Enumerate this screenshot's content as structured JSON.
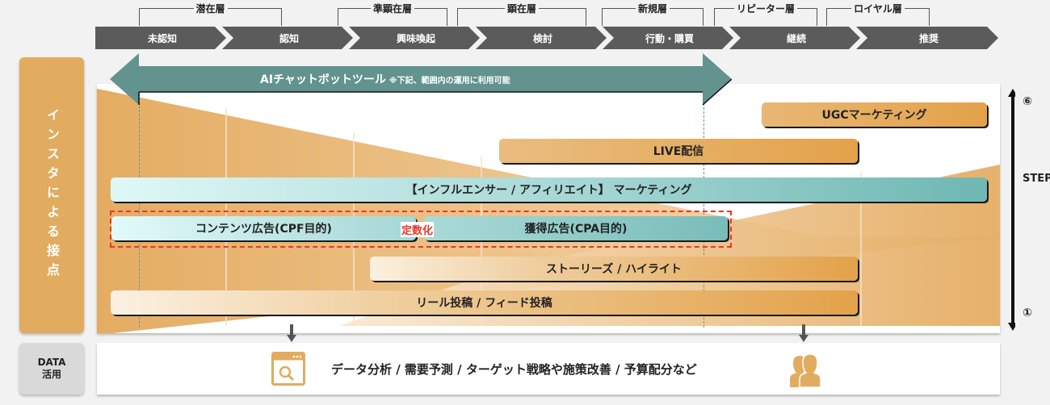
{
  "stages": [
    {
      "label": "未認知"
    },
    {
      "label": "認知"
    },
    {
      "label": "興味喚起"
    },
    {
      "label": "検討"
    },
    {
      "label": "行動・購買"
    },
    {
      "label": "継続"
    },
    {
      "label": "推奨"
    }
  ],
  "layers": [
    {
      "label": "潜在層"
    },
    {
      "label": "準顕在層"
    },
    {
      "label": "顕在層"
    },
    {
      "label": "新規層"
    },
    {
      "label": "リピーター層"
    },
    {
      "label": "ロイヤル層"
    }
  ],
  "side": {
    "touchpoints_label": "インスタによる接点",
    "data_label_line1": "DATA",
    "data_label_line2": "活用"
  },
  "ai_tool": {
    "label": "AIチャットボットツール",
    "note": "※下記、範囲内の運用に利用可能"
  },
  "bars": {
    "ugc": "UGCマーケティング",
    "live": "LIVE配信",
    "influencer": "【インフルエンサー / アフィリエイト】 マーケティング",
    "content_ad": "コンテンツ広告(CPF目的)",
    "quantify": "定数化",
    "acquisition_ad": "獲得広告(CPA目的)",
    "stories": "ストーリーズ / ハイライト",
    "reels": "リール投稿 / フィード投稿"
  },
  "step": {
    "label": "STEP",
    "top": "⑥",
    "bottom": "①"
  },
  "data_utilization": {
    "text": "データ分析 / 需要予測 / ターゲット戦略や施策改善 / 予算配分など",
    "left_icon": "browser-search-icon",
    "right_icon": "users-icon"
  },
  "colors": {
    "stage_gray": "#5b5b5b",
    "orange": "#e1ac5f",
    "teal": "#62908f",
    "red_dash": "#e8362a"
  }
}
